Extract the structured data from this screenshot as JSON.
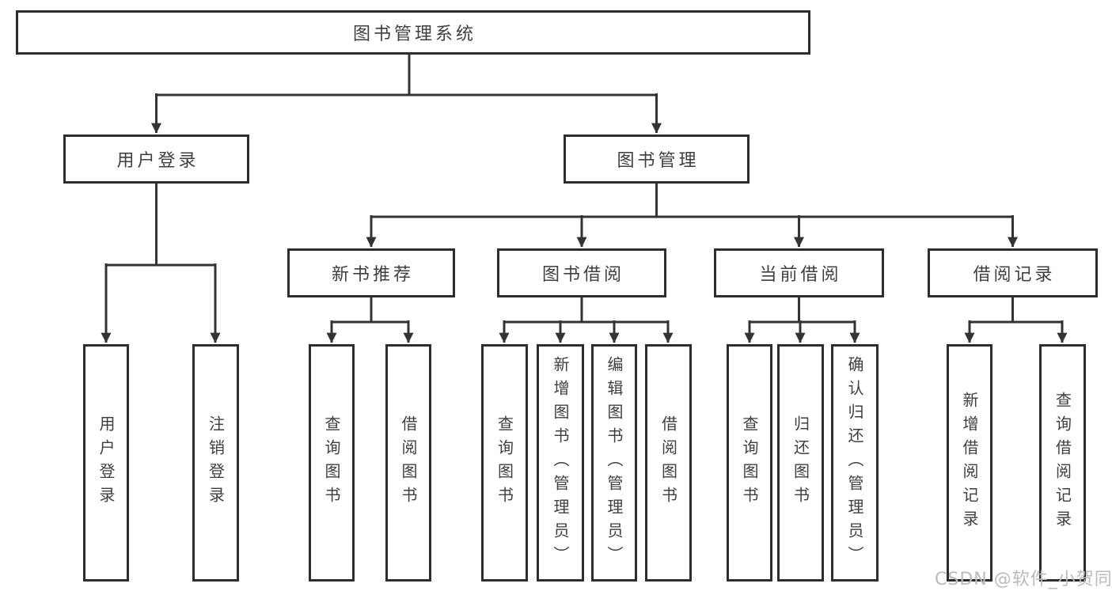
{
  "diagram": {
    "root": {
      "label": "图书管理系统"
    },
    "branches": [
      {
        "label": "用户登录",
        "children": [
          "用户登录",
          "注销登录"
        ]
      },
      {
        "label": "图书管理",
        "sections": [
          {
            "label": "新书推荐",
            "children": [
              "查询图书",
              "借阅图书"
            ]
          },
          {
            "label": "图书借阅",
            "children": [
              "查询图书",
              "新增图书（管理员）",
              "编辑图书（管理员）",
              "借阅图书"
            ]
          },
          {
            "label": "当前借阅",
            "children": [
              "查询图书",
              "归还图书",
              "确认归还（管理员）"
            ]
          },
          {
            "label": "借阅记录",
            "children": [
              "新增借阅记录",
              "查询借阅记录"
            ]
          }
        ]
      }
    ]
  },
  "watermark": {
    "text": "CSDN @软件_小贺同学"
  },
  "colors": {
    "line": "#333333",
    "box_border": "#2d2d2d",
    "text": "#3f3f3f",
    "watermark": "#babbbd",
    "background": "#ffffff"
  }
}
